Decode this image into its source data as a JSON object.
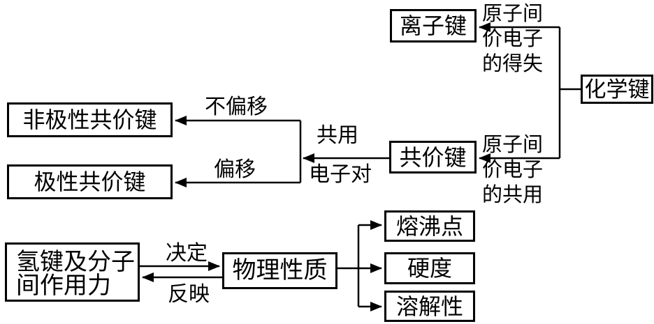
{
  "nodes": {
    "chemical_bond": {
      "label": "化学键"
    },
    "ionic_bond": {
      "label": "离子键"
    },
    "covalent_bond": {
      "label": "共价键"
    },
    "nonpolar_covalent_bond": {
      "label": "非极性共价键"
    },
    "polar_covalent_bond": {
      "label": "极性共价键"
    },
    "hydrogen_bond": {
      "line1": "氢键及分子",
      "line2": "间作用力"
    },
    "physical_properties": {
      "label": "物理性质"
    },
    "melting_boiling_point": {
      "label": "熔沸点"
    },
    "hardness": {
      "label": "硬度"
    },
    "solubility": {
      "label": "溶解性"
    }
  },
  "edge_labels": {
    "ionic_condition": {
      "line1": "原子间",
      "line2": "价电子",
      "line3": "的得失"
    },
    "covalent_condition": {
      "line1": "原子间",
      "line2": "价电子",
      "line3": "的共用"
    },
    "shared_pair_top": "共用",
    "shared_pair_bottom": "电子对",
    "not_shifted": "不偏移",
    "shifted": "偏移",
    "determines": "决定",
    "reflects": "反映"
  },
  "colors": {
    "line": "#000000",
    "background": "#ffffff",
    "text": "#000000"
  }
}
